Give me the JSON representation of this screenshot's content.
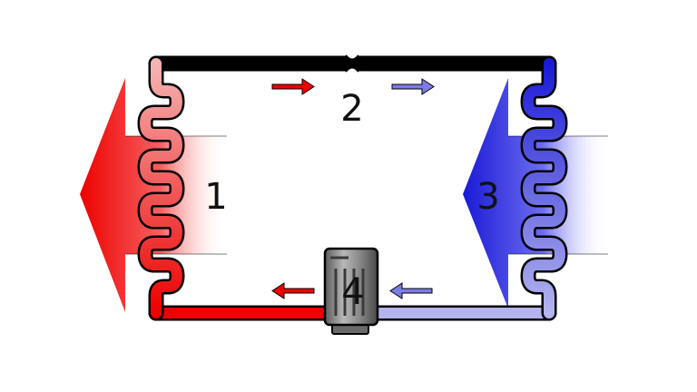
{
  "labels": {
    "condenser": "1",
    "expansion_valve": "2",
    "evaporator": "3",
    "compressor": "4"
  },
  "colors": {
    "hot": "#ee0000",
    "hot_light": "#f4b4b4",
    "cold": "#1a1ad6",
    "cold_light": "#b4b4ee",
    "outline": "#000000",
    "compressor_body": "#8a8a8a"
  },
  "arrows": [
    {
      "name": "flow-arrow-top-left",
      "direction": "right",
      "tone": "hot"
    },
    {
      "name": "flow-arrow-top-right",
      "direction": "right",
      "tone": "cold_light"
    },
    {
      "name": "flow-arrow-bottom-left",
      "direction": "left",
      "tone": "hot"
    },
    {
      "name": "flow-arrow-bottom-right",
      "direction": "left",
      "tone": "cold_light"
    }
  ]
}
